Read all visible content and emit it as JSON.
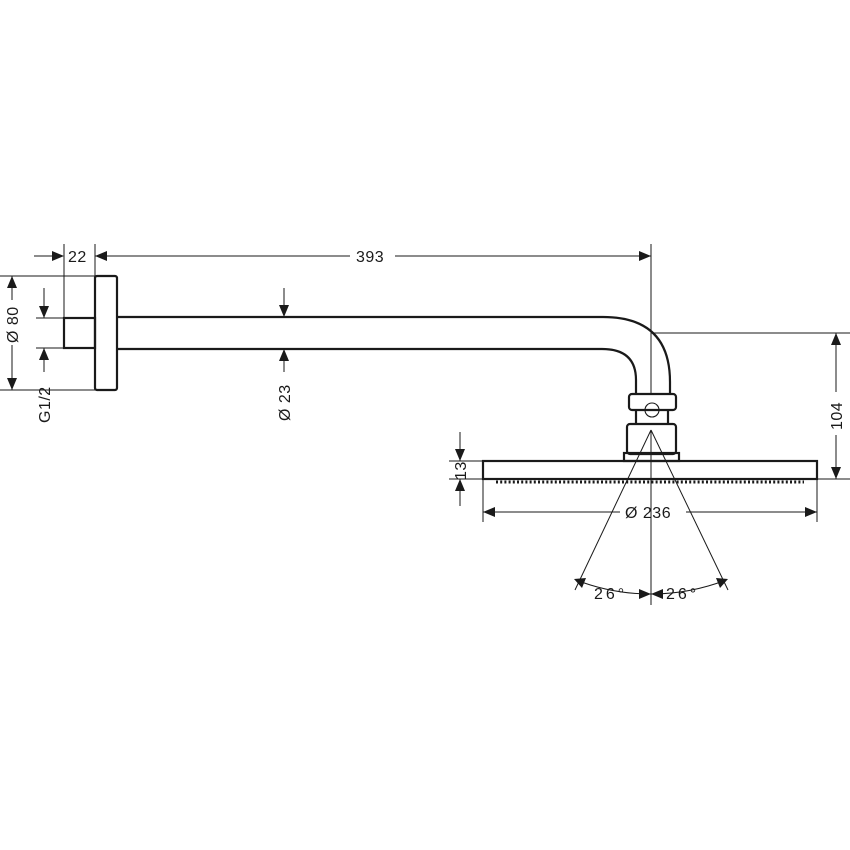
{
  "dimensions": {
    "flange_depth": "22",
    "arm_length": "393",
    "flange_diameter": "Ø 80",
    "thread": "G1/2",
    "arm_diameter": "Ø 23",
    "drop_height": "104",
    "head_thickness": "13",
    "head_diameter": "Ø 236",
    "spray_angle_left": "26°",
    "spray_angle_right": "26°"
  },
  "colors": {
    "line": "#1a1a1a",
    "background": "#ffffff"
  }
}
